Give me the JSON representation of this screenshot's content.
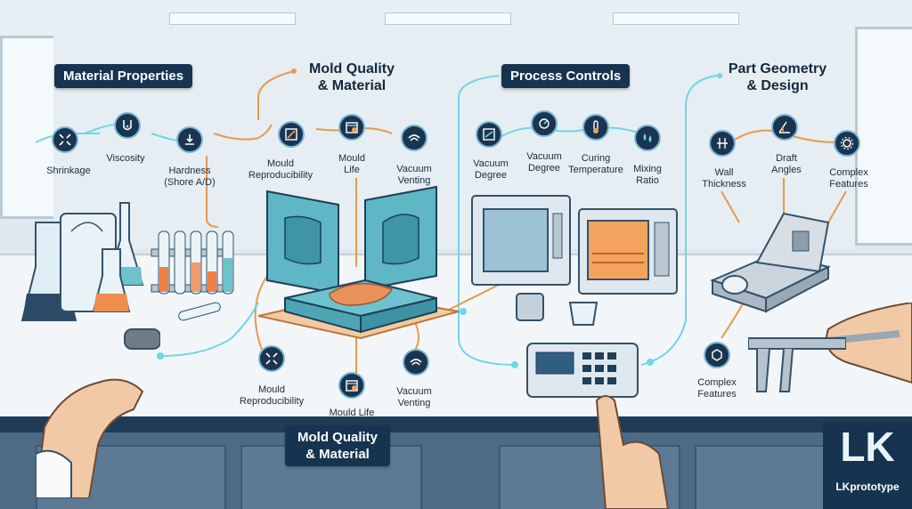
{
  "sections": {
    "material": {
      "title": "Material Properties",
      "items": [
        {
          "label": "Shrinkage",
          "icon": "shrinkage-icon"
        },
        {
          "label": "Viscosity",
          "icon": "viscosity-icon"
        },
        {
          "label": "Hardness\n(Shore A/D)",
          "icon": "hardness-icon"
        }
      ]
    },
    "mold_top": {
      "title": "Mold Quality\n& Material",
      "items": [
        {
          "label": "Mould\nReproducibility",
          "icon": "reproducibility-icon"
        },
        {
          "label": "Mould\nLife",
          "icon": "calendar-clock-icon"
        },
        {
          "label": "Vacuum\nVenting",
          "icon": "vent-icon"
        }
      ]
    },
    "process": {
      "title": "Process Controls",
      "items": [
        {
          "label": "Vacuum\nDegree",
          "icon": "vacuum-chamber-icon"
        },
        {
          "label": "Vacuum\nDegree",
          "icon": "gauge-icon"
        },
        {
          "label": "Curing\nTemperature",
          "icon": "thermometer-icon"
        },
        {
          "label": "Mixing\nRatio",
          "icon": "drops-icon"
        }
      ]
    },
    "geometry": {
      "title": "Part Geometry\n& Design",
      "items": [
        {
          "label": "Wall\nThickness",
          "icon": "wall-thickness-icon"
        },
        {
          "label": "Draft\nAngles",
          "icon": "angle-icon"
        },
        {
          "label": "Complex\nFeatures",
          "icon": "gear-icon"
        },
        {
          "label": "Complex\nFeatures",
          "icon": "feature-cube-icon"
        }
      ]
    },
    "mold_bottom": {
      "title": "Mold Quality\n& Material",
      "items": [
        {
          "label": "Mould\nReproducibility",
          "icon": "reproducibility-icon"
        },
        {
          "label": "Mould Life",
          "icon": "calendar-clock-icon"
        },
        {
          "label": "Vacuum\nVenting",
          "icon": "vent-icon"
        }
      ]
    }
  },
  "brand": {
    "mark": "LK",
    "name": "LKprototype"
  },
  "colors": {
    "navy": "#16344f",
    "accent_line": "#e69a4a",
    "glow": "#6fd6e6",
    "mold": "#5fb6c4"
  }
}
